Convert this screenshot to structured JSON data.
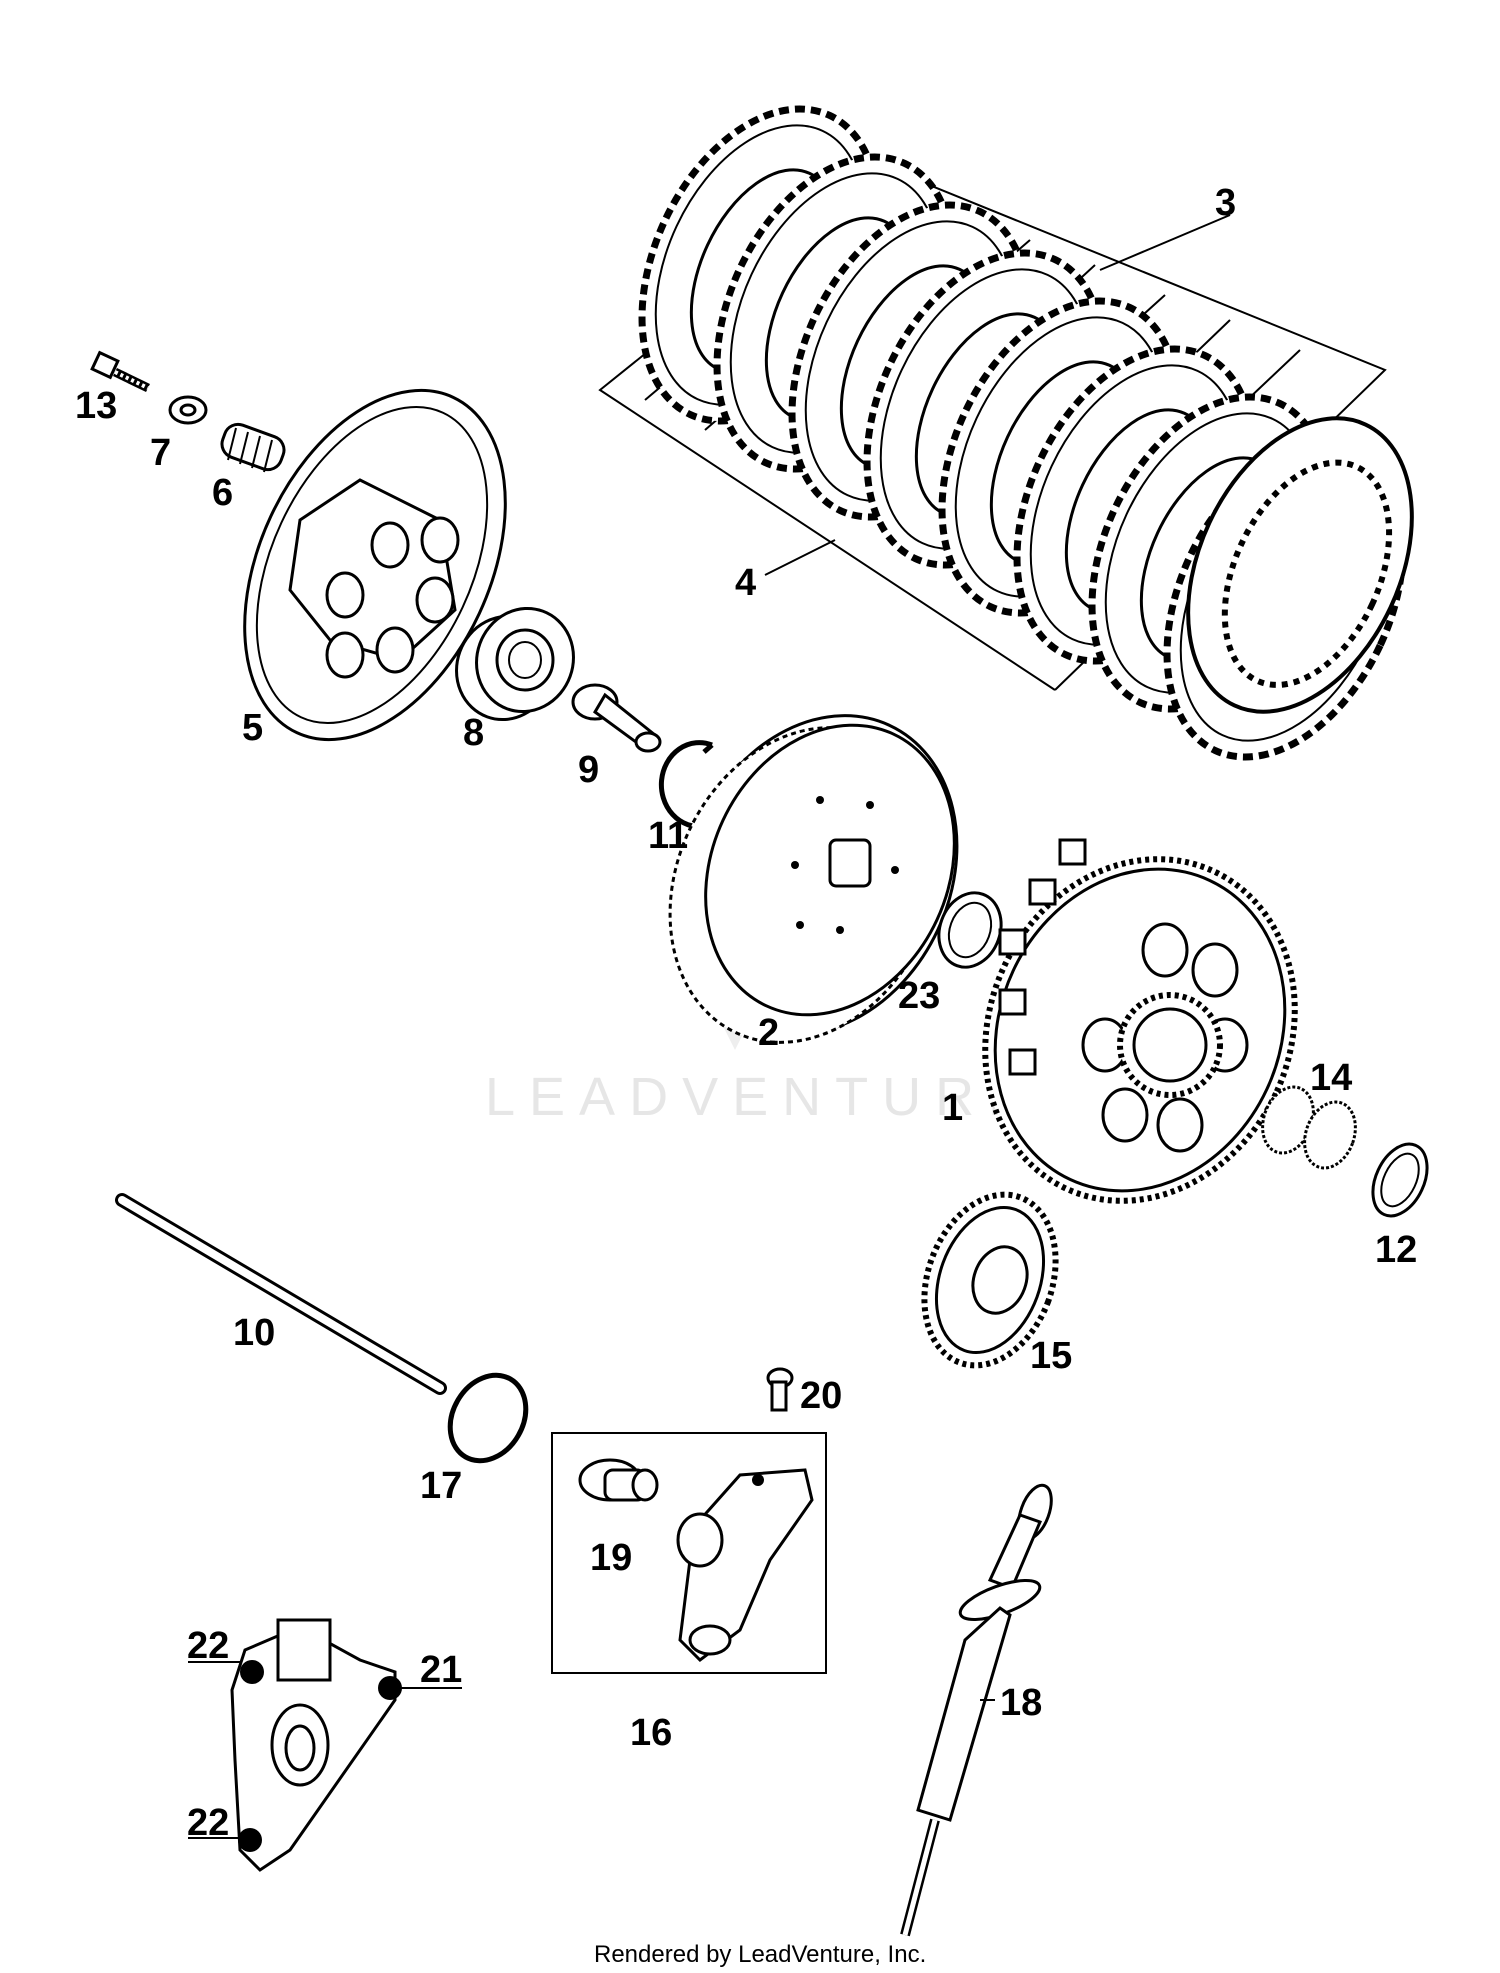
{
  "watermark": "LEADVENTURE",
  "footer": "Rendered by LeadVenture, Inc.",
  "callouts": {
    "c1": "1",
    "c2": "2",
    "c3": "3",
    "c4": "4",
    "c5": "5",
    "c6": "6",
    "c7": "7",
    "c8": "8",
    "c9": "9",
    "c10": "10",
    "c11": "11",
    "c12": "12",
    "c13": "13",
    "c14": "14",
    "c15": "15",
    "c16": "16",
    "c17": "17",
    "c18": "18",
    "c19": "19",
    "c20": "20",
    "c21": "21",
    "c22a": "22",
    "c22b": "22",
    "c23": "23"
  }
}
